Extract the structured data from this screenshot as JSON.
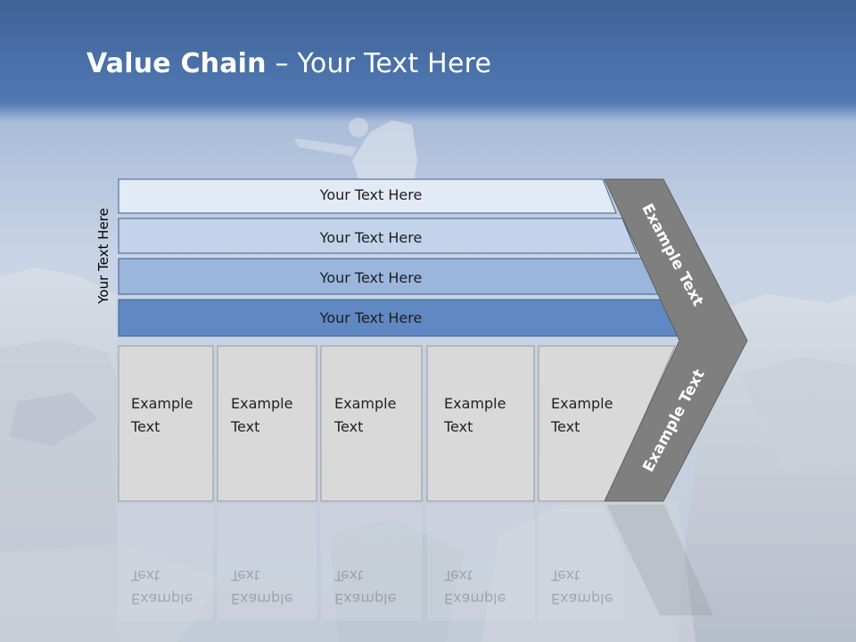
{
  "slide": {
    "title_bold": "Value Chain",
    "title_rest": " – Your Text Here",
    "side_label": "Your Text Here",
    "bars": [
      {
        "label": "Your Text Here"
      },
      {
        "label": "Your Text Here"
      },
      {
        "label": "Your Text Here"
      },
      {
        "label": "Your Text Here"
      }
    ],
    "columns": [
      {
        "line1": "Example",
        "line2": "Text"
      },
      {
        "line1": "Example",
        "line2": "Text"
      },
      {
        "line1": "Example",
        "line2": "Text"
      },
      {
        "line1": "Example",
        "line2": "Text"
      },
      {
        "line1": "Example",
        "line2": "Text"
      }
    ],
    "chevron_upper": "Example Text",
    "chevron_lower": "Example Text"
  },
  "colors": {
    "header_blue": "#4a72a8",
    "bar_1": "#e2eaf5",
    "bar_2": "#c2d3ea",
    "bar_3": "#9ab6dc",
    "bar_4": "#6088c2",
    "column_fill": "#d9d9d9",
    "chevron_fill": "#7f7f7f"
  }
}
